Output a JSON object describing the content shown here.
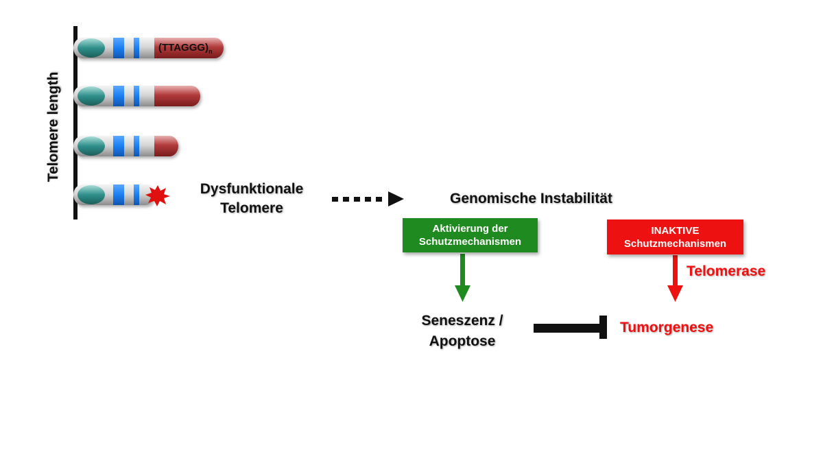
{
  "axis_label": "Telomere length",
  "repeat_label": {
    "base": "(TTAGGG)",
    "subscript": "n"
  },
  "dysfunctional": {
    "line1": "Dysfunktionale",
    "line2": "Telomere"
  },
  "genomic_instability": "Genomische Instabilität",
  "green_box": {
    "line1": "Aktivierung der",
    "line2": "Schutzmechanismen",
    "color": "#1f8a1f"
  },
  "red_box": {
    "line1": "INAKTIVE",
    "line2": "Schutzmechanismen",
    "color": "#ee1111"
  },
  "telomerase": "Telomerase",
  "outcome_left": {
    "line1": "Seneszenz /",
    "line2": "Apoptose"
  },
  "outcome_right": "Tumorgenese",
  "colors": {
    "telomere": "#a82a2a",
    "band": "#1a7ff0",
    "centromere": "#2a8f8a",
    "damage": "#e01010",
    "text": "#111111",
    "red_text": "#ee1111"
  }
}
